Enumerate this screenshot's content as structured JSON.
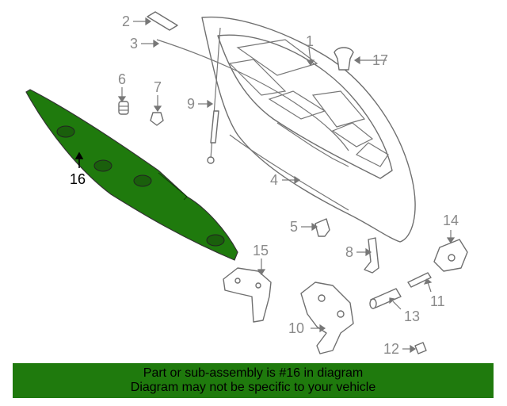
{
  "diagram": {
    "callouts": [
      {
        "id": "1",
        "label": "1"
      },
      {
        "id": "2",
        "label": "2"
      },
      {
        "id": "3",
        "label": "3"
      },
      {
        "id": "4",
        "label": "4"
      },
      {
        "id": "5",
        "label": "5"
      },
      {
        "id": "6",
        "label": "6"
      },
      {
        "id": "7",
        "label": "7"
      },
      {
        "id": "8",
        "label": "8"
      },
      {
        "id": "9",
        "label": "9"
      },
      {
        "id": "10",
        "label": "10"
      },
      {
        "id": "11",
        "label": "11"
      },
      {
        "id": "12",
        "label": "12"
      },
      {
        "id": "13",
        "label": "13"
      },
      {
        "id": "14",
        "label": "14"
      },
      {
        "id": "15",
        "label": "15"
      },
      {
        "id": "16",
        "label": "16"
      },
      {
        "id": "17",
        "label": "17"
      }
    ],
    "highlight_part": "16",
    "highlight_color": "#1f7a0d"
  },
  "banner": {
    "line1": "Part or sub-assembly is #16 in diagram",
    "line2": "Diagram may not be specific to your vehicle",
    "color": "#1f7a0d"
  }
}
